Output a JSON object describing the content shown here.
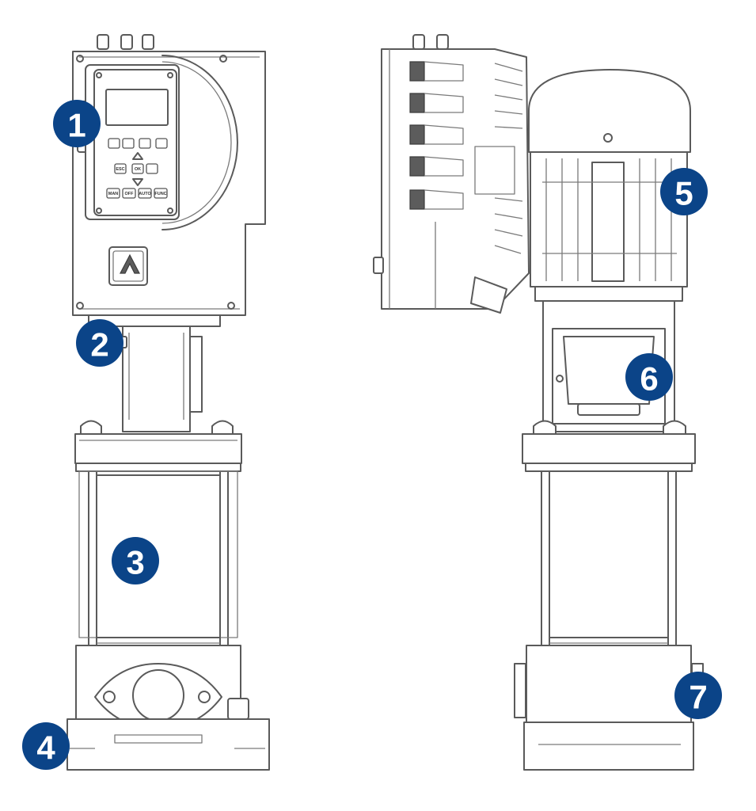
{
  "colors": {
    "callout_fill": "#0b4488",
    "callout_text": "#ffffff",
    "line": "#5a5a5a"
  },
  "keypad_labels": [
    "ESC",
    "OK",
    "MAN",
    "OFF",
    "AUTO",
    "FUNC"
  ],
  "callouts": [
    {
      "label": "1"
    },
    {
      "label": "2"
    },
    {
      "label": "3"
    },
    {
      "label": "4"
    },
    {
      "label": "5"
    },
    {
      "label": "6"
    },
    {
      "label": "7"
    }
  ]
}
